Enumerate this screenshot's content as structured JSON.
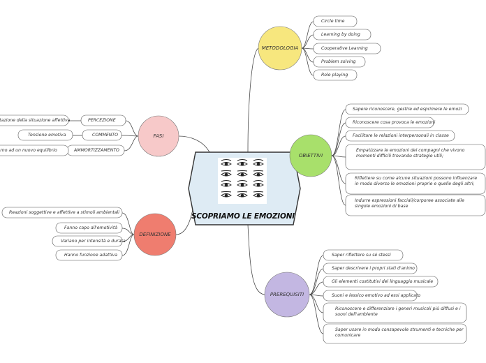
{
  "central": {
    "title": "SCOPRIAMO LE EMOZIONI",
    "image_icon": "emotion-eyes-illustration"
  },
  "colors": {
    "central_fill": "#deebf4",
    "line": "#4a4a4a",
    "metodologia": "#f7e77e",
    "obiettivi": "#a8e06b",
    "prerequisiti": "#c3b7e2",
    "definizione": "#ef7d6f",
    "fasi": "#f7c9c9"
  },
  "metodologia": {
    "label": "METODOLOGIA",
    "items": [
      "Circle time",
      "Learning by doing",
      "Cooperative Learning",
      "Problem solving",
      "Role playing"
    ]
  },
  "obiettivi": {
    "label": "OBIETTIVI",
    "items": [
      "Sapere riconoscere, gestire ed esprimere le emozi",
      "Riconoscere cosa provoca le emozioni",
      "Facilitare le relazioni interpersonali in classe",
      "Empatizzare le emozioni dei compagni che vivono momenti difficili trovando strategie utili;",
      "Riflettere su come alcune situazioni possono influenzare in modo diverso le emozioni proprie e quelle degli altri;",
      "Indurre espressioni facciali/corporee associate alle singole emozioni di base"
    ]
  },
  "prerequisiti": {
    "label": "PREREQUISITI",
    "items": [
      "Saper riflettere su sé stessi",
      "Saper descrivere i propri stati d'animo",
      "Gli elementi costitutivi del linguaggio musicale",
      "Suoni e lessico emotivo ad essi applicato",
      "Riconoscere e differenziare i generi musicali più diffusi e i suoni dell'ambiente",
      "Saper usare in modo consapevole strumenti e tecniche per comunicare"
    ]
  },
  "definizione": {
    "label": "DEFINIZIONE",
    "items": [
      "Reazioni soggettive e affettive a stimoli ambientali",
      "Fanno capo all'emotività",
      "Variano per intensità e durata",
      "Hanno funzione adattiva"
    ]
  },
  "fasi": {
    "label": "FASI",
    "items": [
      {
        "label": "PERCEZIONE",
        "detail": "Valutazione della situazione affettiva"
      },
      {
        "label": "COMMENTO",
        "detail": "Tensione emotiva"
      },
      {
        "label": "AMMORTIZZAMENTO",
        "detail": "Ritorno ad un nuovo equilibrio"
      }
    ]
  }
}
